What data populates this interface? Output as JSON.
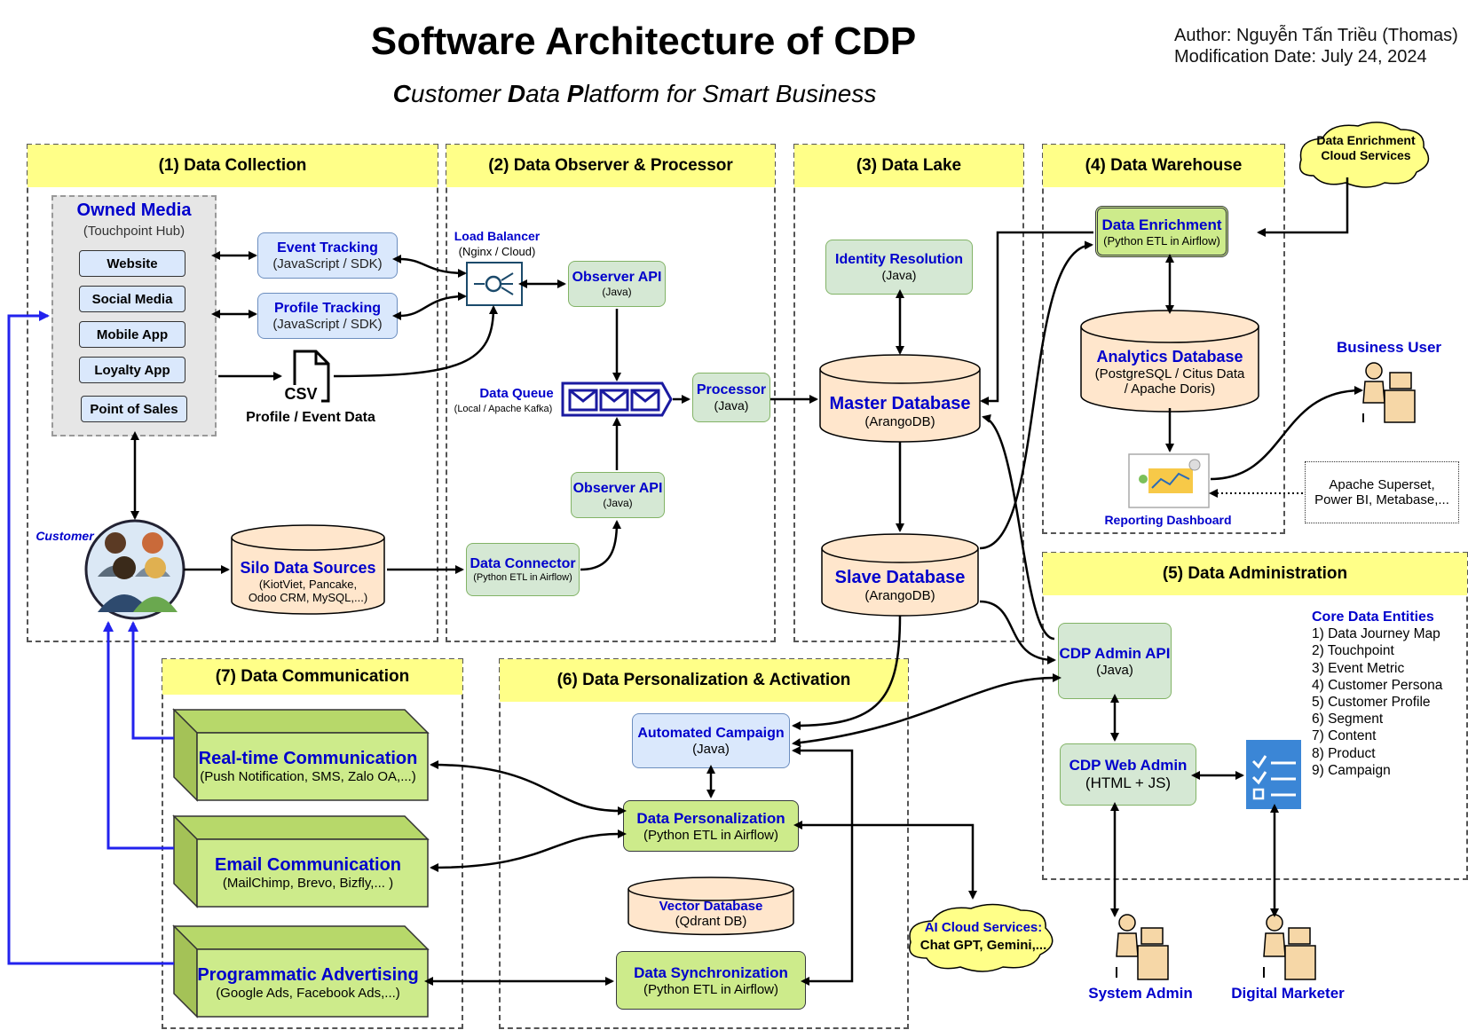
{
  "header": {
    "title": "Software Architecture of CDP",
    "subtitle": {
      "c": "C",
      "ustomer": "ustomer ",
      "d": "D",
      "ata": "ata ",
      "p": "P",
      "latform": "latform for Smart Business"
    },
    "author": "Author: Nguyễn Tấn Triều (Thomas)",
    "modified": "Modification Date: July 24, 2024"
  },
  "sections": {
    "s1": "(1) Data Collection",
    "s2": "(2) Data Observer & Processor",
    "s3": "(3) Data Lake",
    "s4": "(4) Data Warehouse",
    "s5": "(5) Data Administration",
    "s6": "(6) Data Personalization & Activation",
    "s7": "(7) Data Communication"
  },
  "collection": {
    "owned_media": "Owned Media",
    "owned_media_sub": "(Touchpoint Hub)",
    "touchpoints": [
      "Website",
      "Social Media",
      "Mobile App",
      "Loyalty App",
      "Point of Sales"
    ],
    "event_tracking": "Event Tracking",
    "event_tracking_sub": "(JavaScript / SDK)",
    "profile_tracking": "Profile Tracking",
    "profile_tracking_sub": "(JavaScript / SDK)",
    "csv": "CSV",
    "profile_event_data": "Profile / Event Data",
    "customer": "Customer",
    "silo": "Silo Data Sources",
    "silo_sub1": "(KiotViet, Pancake,",
    "silo_sub2": "Odoo CRM, MySQL,...)"
  },
  "observer": {
    "load_balancer": "Load Balancer",
    "load_balancer_sub": "(Nginx / Cloud)",
    "observer_api": "Observer API",
    "observer_api_sub": "(Java)",
    "observer_api2": "Observer API",
    "observer_api2_sub": "(Java)",
    "data_queue": "Data Queue",
    "data_queue_sub": "(Local / Apache Kafka)",
    "processor": "Processor",
    "processor_sub": "(Java)",
    "data_connector": "Data Connector",
    "data_connector_sub": "(Python ETL in Airflow)"
  },
  "lake": {
    "identity": "Identity Resolution",
    "identity_sub": "(Java)",
    "master": "Master Database",
    "master_sub": "(ArangoDB)",
    "slave": "Slave Database",
    "slave_sub": "(ArangoDB)"
  },
  "warehouse": {
    "enrichment_cloud": "Data Enrichment Cloud Services",
    "enrichment": "Data Enrichment",
    "enrichment_sub": "(Python ETL in Airflow)",
    "analytics": "Analytics Database",
    "analytics_sub1": "(PostgreSQL / Citus Data",
    "analytics_sub2": "/ Apache Doris)",
    "reporting": "Reporting Dashboard",
    "business_user": "Business User",
    "bi_tools1": "Apache Superset,",
    "bi_tools2": "Power BI, Metabase,..."
  },
  "admin": {
    "admin_api": "CDP Admin API",
    "admin_api_sub": "(Java)",
    "web_admin": "CDP Web Admin",
    "web_admin_sub": "(HTML + JS)",
    "entities_title": "Core Data Entities",
    "entities": [
      "1) Data Journey Map",
      "2) Touchpoint",
      "3) Event Metric",
      "4) Customer Persona",
      "5) Customer Profile",
      "6) Segment",
      "7) Content",
      "8) Product",
      "9) Campaign"
    ],
    "system_admin": "System Admin",
    "digital_marketer": "Digital Marketer"
  },
  "personalization": {
    "campaign": "Automated Campaign",
    "campaign_sub": "(Java)",
    "personalization": "Data Personalization",
    "personalization_sub": "(Python ETL in Airflow)",
    "vector": "Vector Database",
    "vector_sub": "(Qdrant DB)",
    "sync": "Data Synchronization",
    "sync_sub": "(Python ETL in Airflow)",
    "ai_cloud1": "AI Cloud Services:",
    "ai_cloud2": "Chat GPT, Gemini,..."
  },
  "communication": {
    "realtime": "Real-time Communication",
    "realtime_sub": "(Push Notification, SMS, Zalo OA,...)",
    "email": "Email Communication",
    "email_sub": "(MailChimp, Brevo, Bizfly,... )",
    "ads": "Programmatic Advertising",
    "ads_sub": "(Google Ads, Facebook Ads,...)"
  },
  "colors": {
    "header_yellow": "#ffff88",
    "label_blue": "#0000cc",
    "green": "#d5e8d4",
    "lime": "#cdeb8b",
    "peach": "#ffe6cc",
    "light_blue": "#dae8fc",
    "arrow_blue": "#2222ee"
  }
}
